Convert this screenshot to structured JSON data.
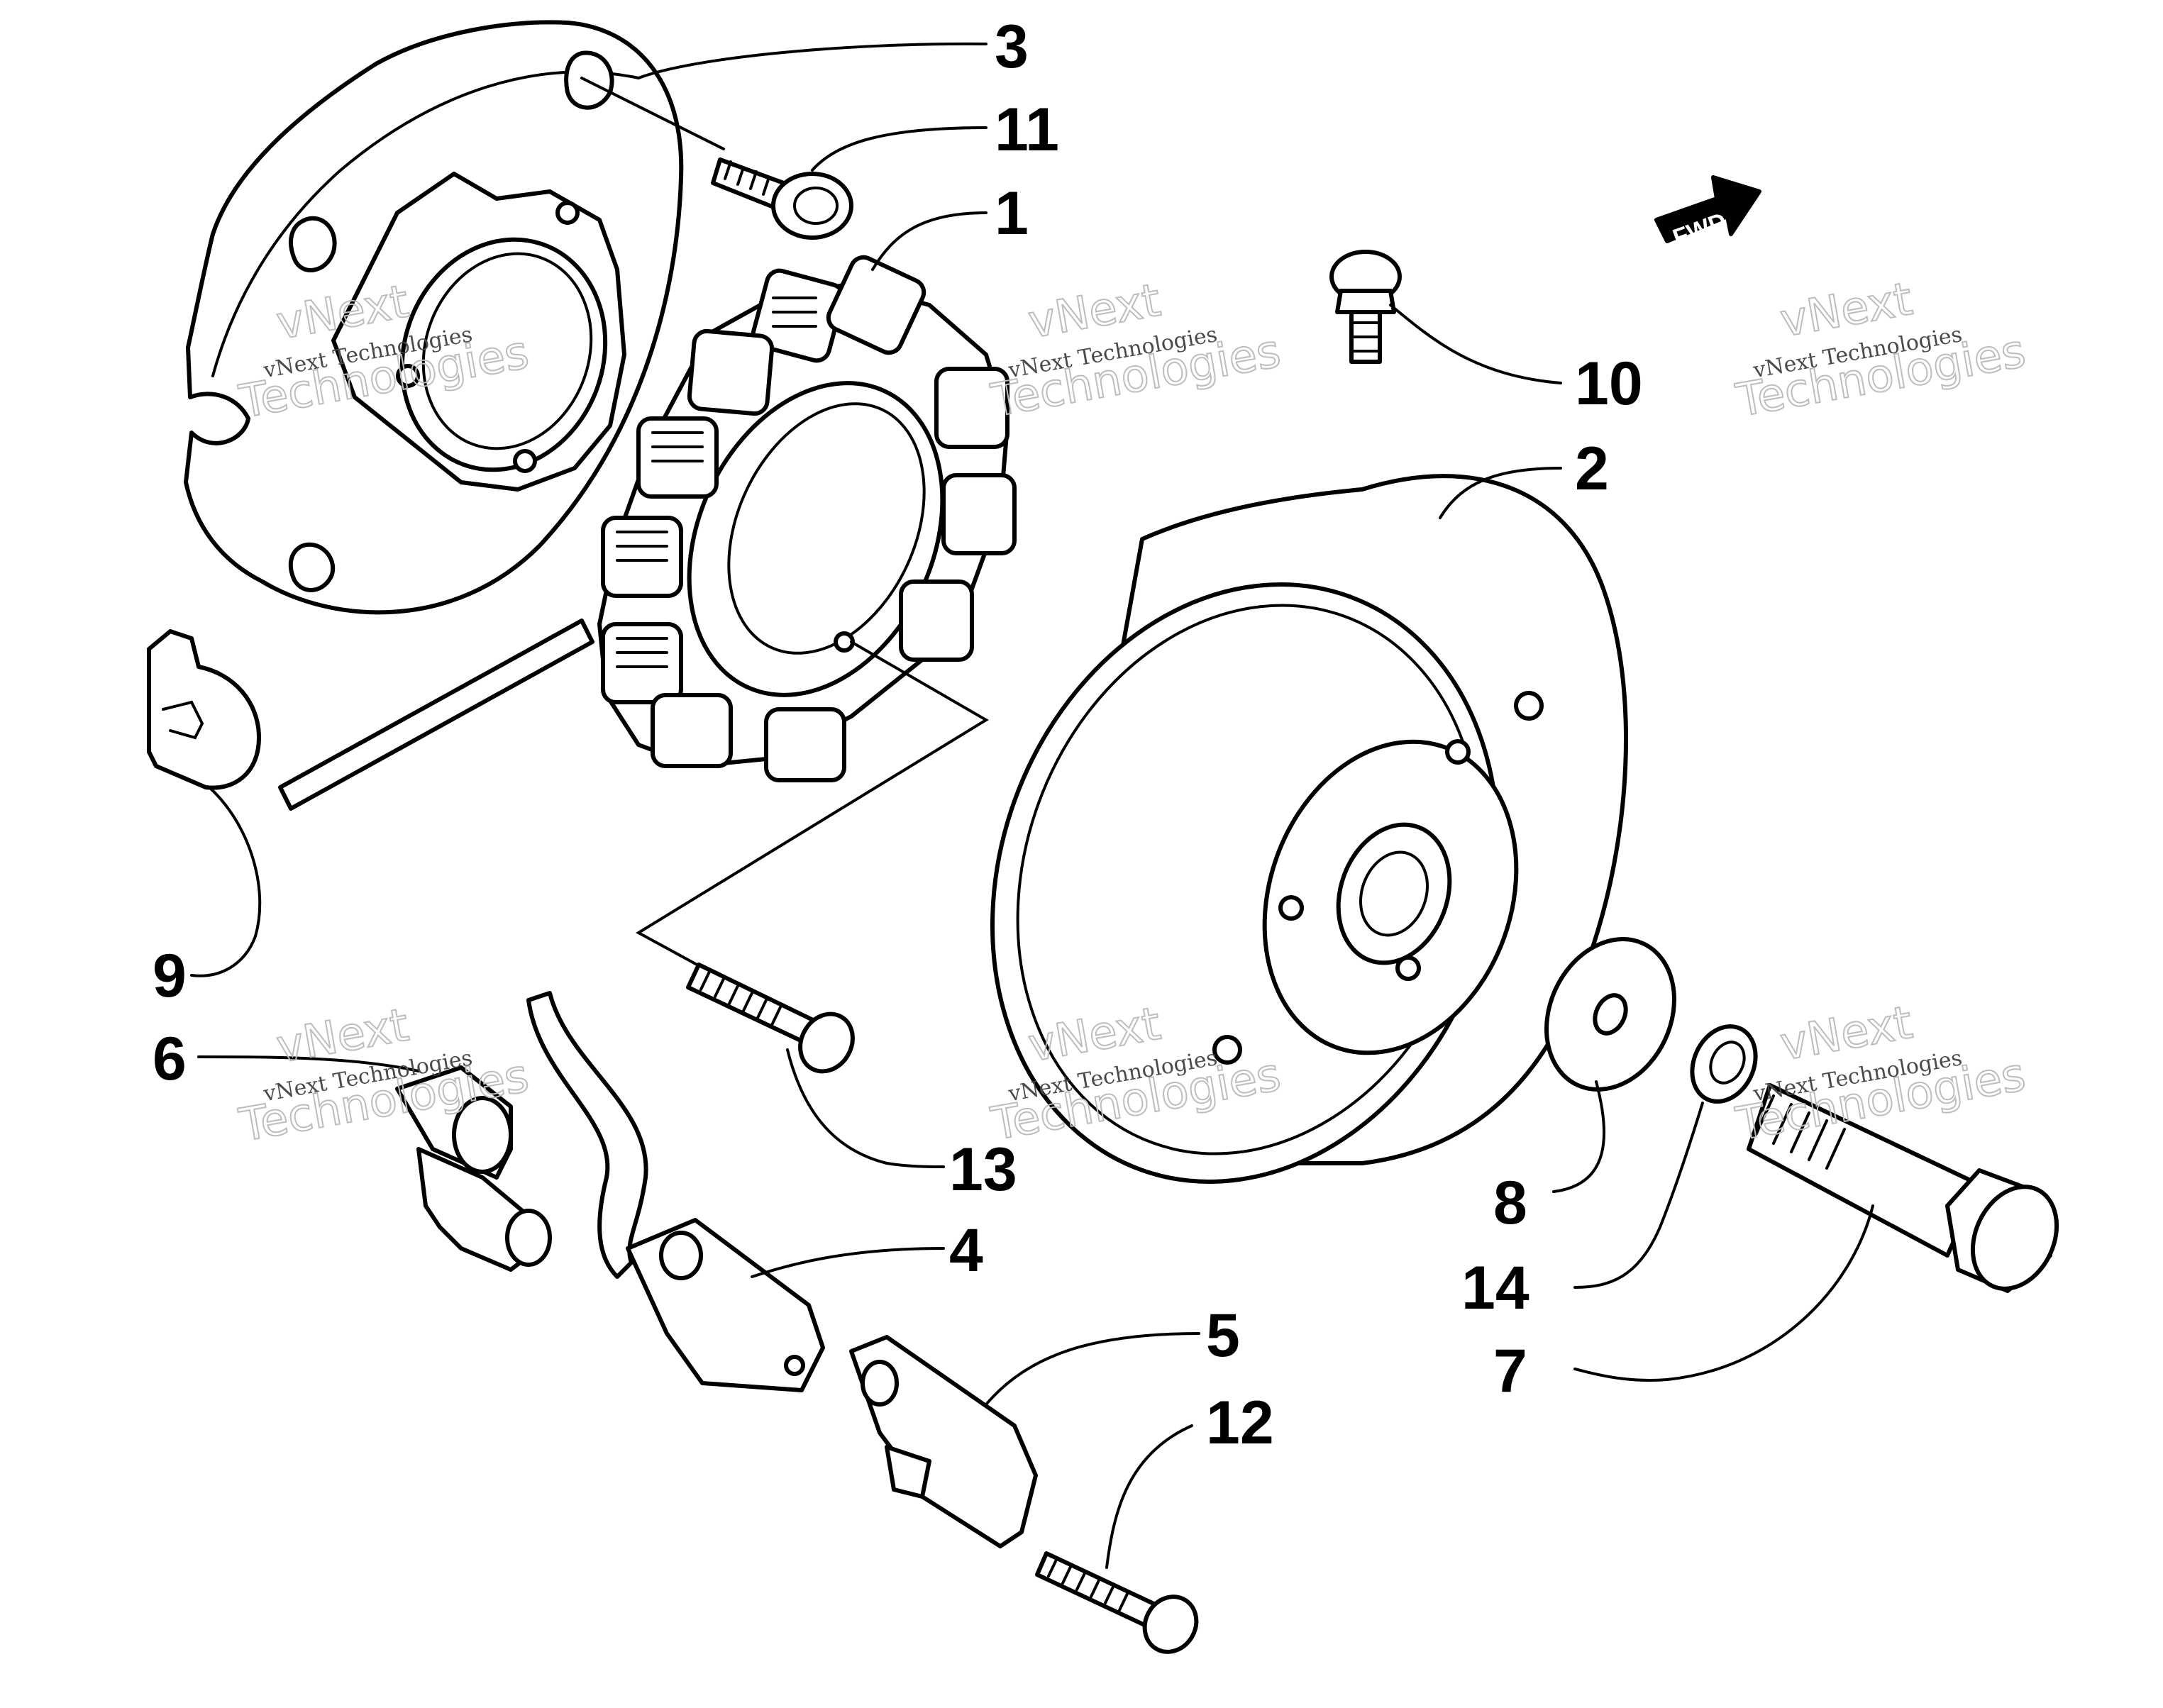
{
  "diagram": {
    "callouts": {
      "n1": "1",
      "n2": "2",
      "n3": "3",
      "n4": "4",
      "n5": "5",
      "n6": "6",
      "n7": "7",
      "n8": "8",
      "n9": "9",
      "n10": "10",
      "n11": "11",
      "n12": "12",
      "n13": "13",
      "n14": "14"
    },
    "direction_label": "FWD",
    "watermark": {
      "brand_line1": "vNext",
      "brand_line2": "Technologies",
      "brand_full": "vNext Technologies"
    }
  }
}
